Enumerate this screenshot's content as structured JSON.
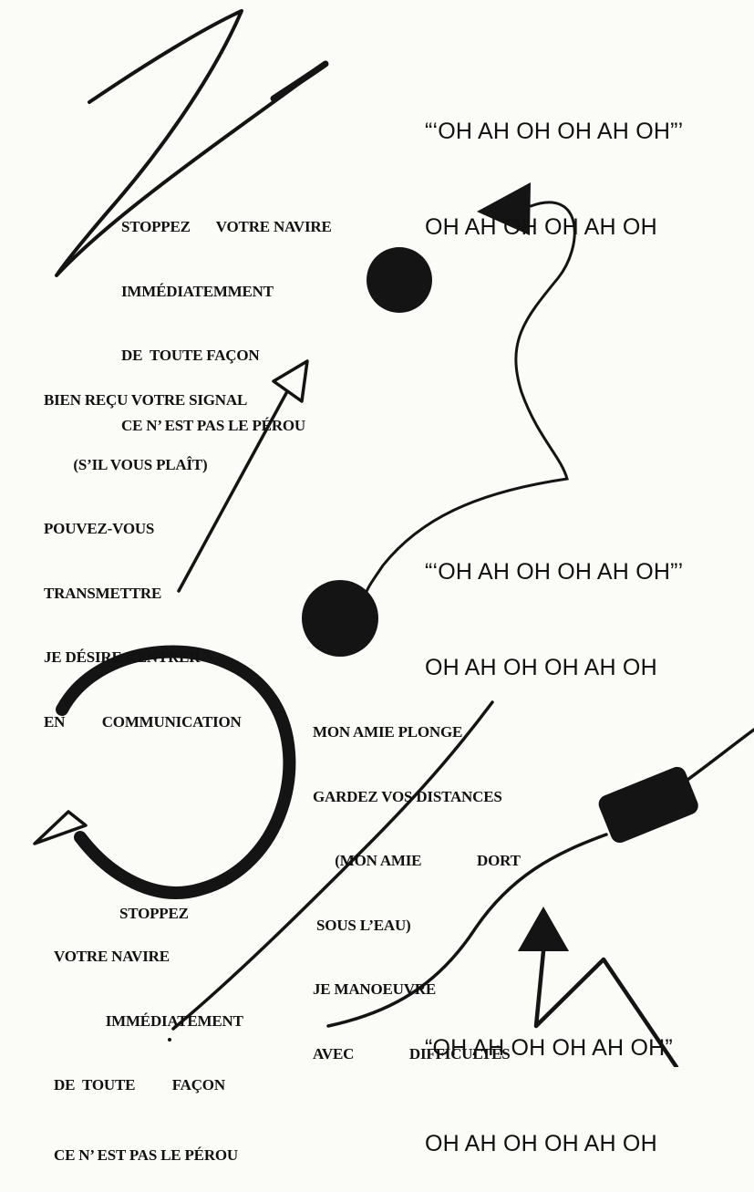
{
  "choruses": [
    {
      "lines": [
        "“‘OH AH OH OH AH OH”’",
        "OH AH OH OH AH OH"
      ]
    },
    {
      "lines": [
        "“‘OH AH OH OH AH OH”’",
        "OH AH OH OH AH OH"
      ]
    },
    {
      "lines": [
        "“OH AH OH OH AH OH”",
        "OH AH OH OH AH OH"
      ]
    }
  ],
  "messages": [
    {
      "lines": [
        "STOPPEZ       VOTRE NAVIRE",
        "IMMÉDIATEMMENT",
        "DE  TOUTE FAÇON",
        "CE N’ EST PAS LE PÉROU"
      ]
    },
    {
      "lines": [
        "BIEN REÇU VOTRE SIGNAL",
        "        (S’IL VOUS PLAÎT)",
        "POUVEZ-VOUS",
        "TRANSMETTRE",
        "JE DÉSIRE RENTRER",
        "EN          COMMUNICATION"
      ]
    },
    {
      "lines": [
        "MON AMIE PLONGE",
        "GARDEZ VOS DISTANCES",
        "      (MON AMIE               DORT",
        " SOUS L’EAU)",
        "JE MANOEUVRE",
        "AVEC               DIFFICULTÉS"
      ]
    },
    {
      "lines": [
        "STOPPEZ"
      ]
    },
    {
      "lines": [
        "VOTRE NAVIRE",
        "              IMMÉDIATEMENT",
        "DE  TOUTE          FAÇON",
        "CE N’ EST PAS LE PÉROU"
      ]
    }
  ]
}
